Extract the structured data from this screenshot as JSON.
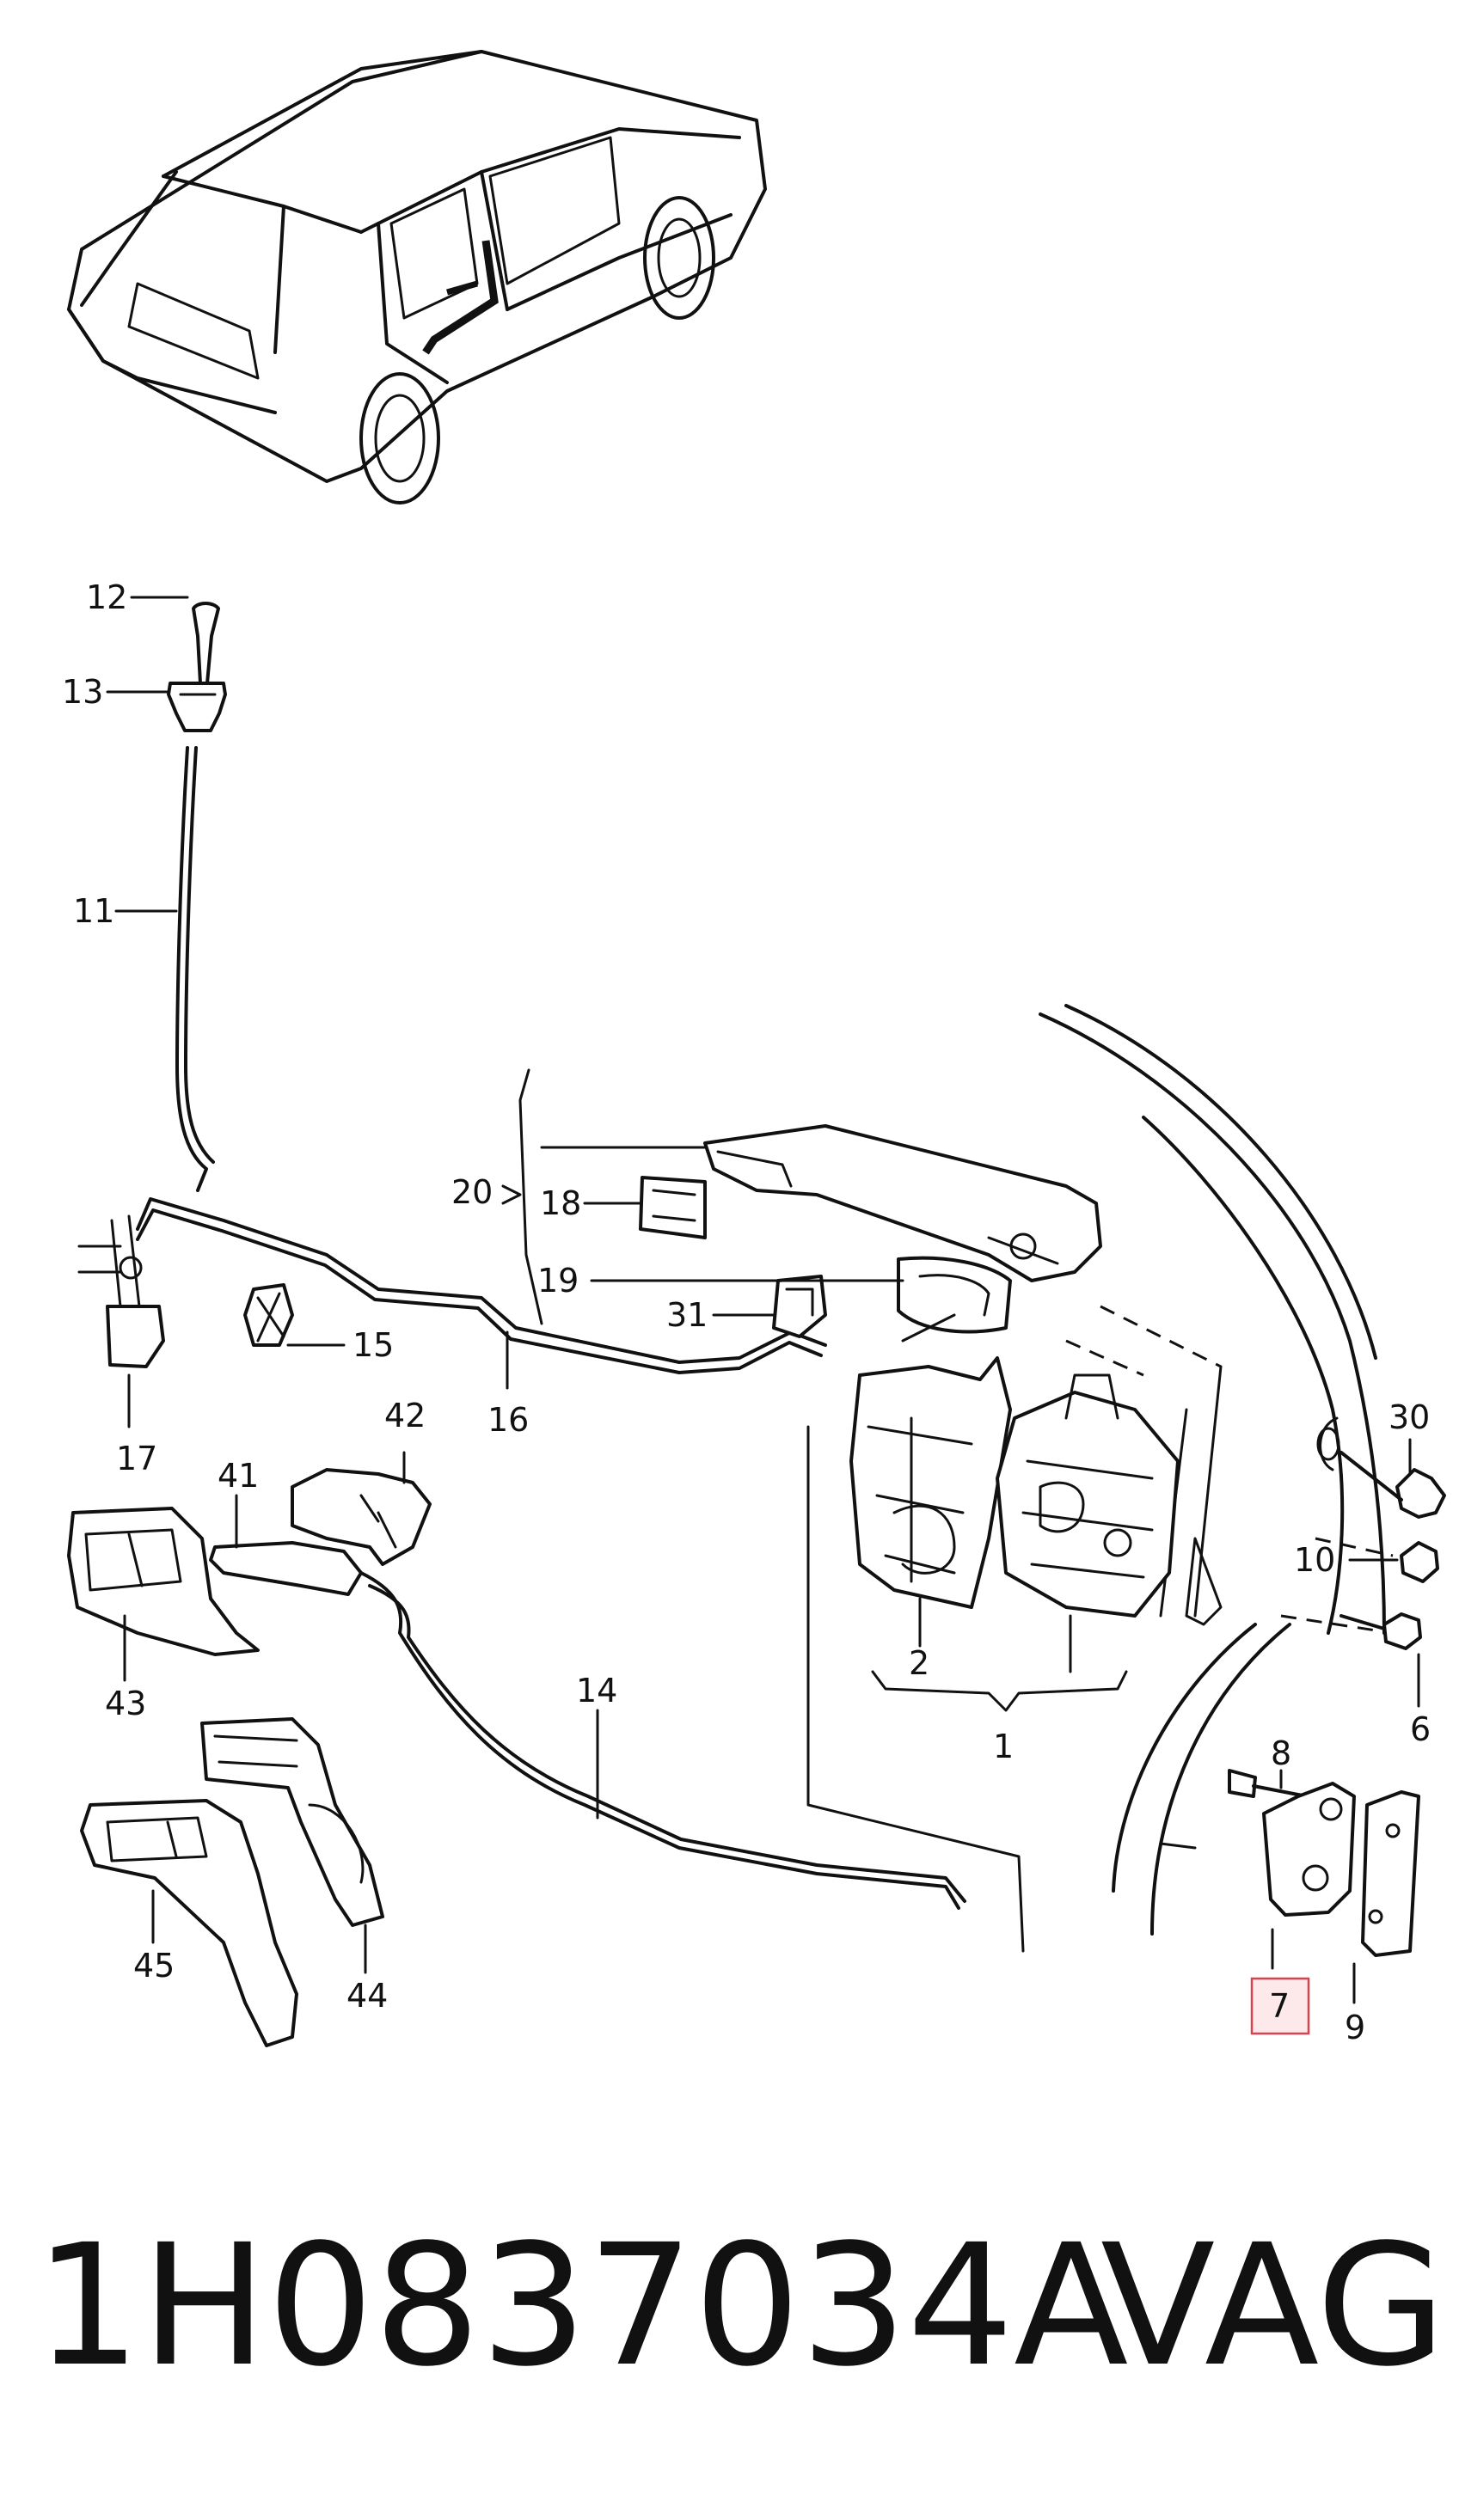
{
  "diagram": {
    "labels": {
      "p1": "1",
      "p2": "2",
      "p6": "6",
      "p7": "7",
      "p8": "8",
      "p9": "9",
      "p10": "10",
      "p11": "11",
      "p12": "12",
      "p13": "13",
      "p14": "14",
      "p15": "15",
      "p16": "16",
      "p17": "17",
      "p18": "18",
      "p19": "19",
      "p20": "20",
      "p30": "30",
      "p31": "31",
      "p41": "41",
      "p42": "42",
      "p43": "43",
      "p44": "44",
      "p45": "45"
    },
    "highlighted_part": "7",
    "highlight_color": "#d9434f"
  },
  "footer": {
    "part_number": "1H0837034A",
    "brand": "VAG"
  }
}
